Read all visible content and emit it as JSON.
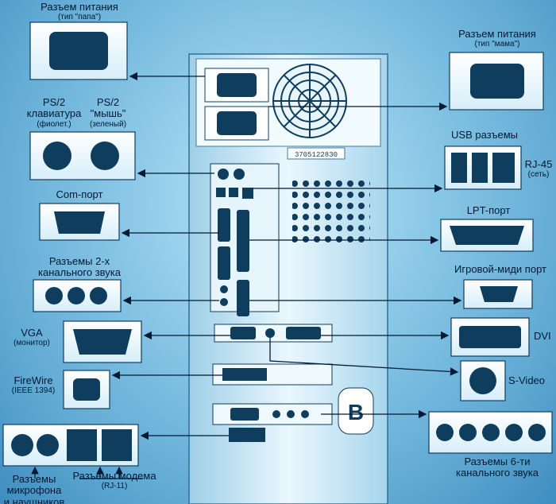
{
  "labels": {
    "power_male": "Разъем питания",
    "power_male_sub": "(тип \"папа\")",
    "power_female": "Разъем питания",
    "power_female_sub": "(тип \"мама\")",
    "ps2_kb": "PS/2",
    "ps2_kb_2": "клавиатура",
    "ps2_kb_sub": "(фиолет.)",
    "ps2_mouse": "PS/2",
    "ps2_mouse_2": "\"мышь\"",
    "ps2_mouse_sub": "(зеленый)",
    "usb": "USB разъемы",
    "rj45": "RJ-45",
    "rj45_sub": "(сеть)",
    "com": "Com-порт",
    "lpt": "LPT-порт",
    "audio2_1": "Разъемы 2-х",
    "audio2_2": "канального звука",
    "game": "Игровой-миди порт",
    "vga": "VGA",
    "vga_sub": "(монитор)",
    "dvi": "DVI",
    "firewire": "FireWire",
    "firewire_sub": "(IEEE 1394)",
    "svideo": "S-Video",
    "mic_1": "Разъемы",
    "mic_2": "микрофона",
    "mic_3": "и наушников",
    "modem": "Разъемы модема",
    "modem_sub": "(RJ-11)",
    "audio6_1": "Разъемы 6-ти",
    "audio6_2": "канального звука",
    "serial_sticker": "3705122830"
  },
  "colors": {
    "ink": "#001a33",
    "case": "#d8eef9",
    "panel": "#ffffff"
  }
}
